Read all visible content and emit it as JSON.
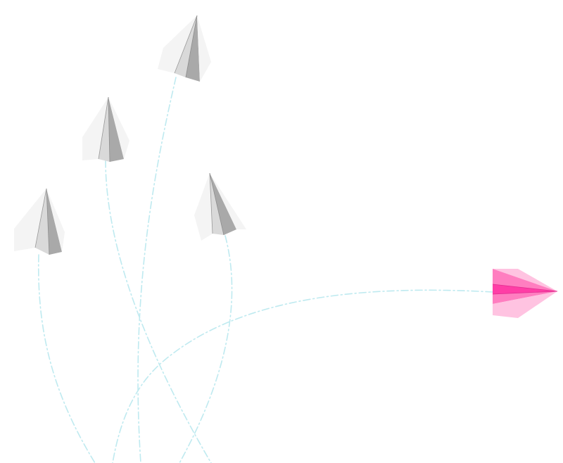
{
  "scene": {
    "description_free": true,
    "background_color": "#ffffff",
    "trail_color": "#bfeaf0",
    "planes": [
      {
        "name": "paper-plane-white-1",
        "color": "white",
        "heading": "up"
      },
      {
        "name": "paper-plane-white-2",
        "color": "white",
        "heading": "up"
      },
      {
        "name": "paper-plane-white-3",
        "color": "white",
        "heading": "up"
      },
      {
        "name": "paper-plane-white-4",
        "color": "white",
        "heading": "up"
      },
      {
        "name": "paper-plane-pink",
        "color": "pink",
        "heading": "right"
      }
    ],
    "colors": {
      "white_plane_light": "#f4f4f4",
      "white_plane_mid": "#d9d9d9",
      "white_plane_dark": "#a9a9a9",
      "pink_plane_light": "#ffc3e1",
      "pink_plane_mid": "#ff7ec0",
      "pink_plane_dark": "#ff3ea6"
    }
  }
}
